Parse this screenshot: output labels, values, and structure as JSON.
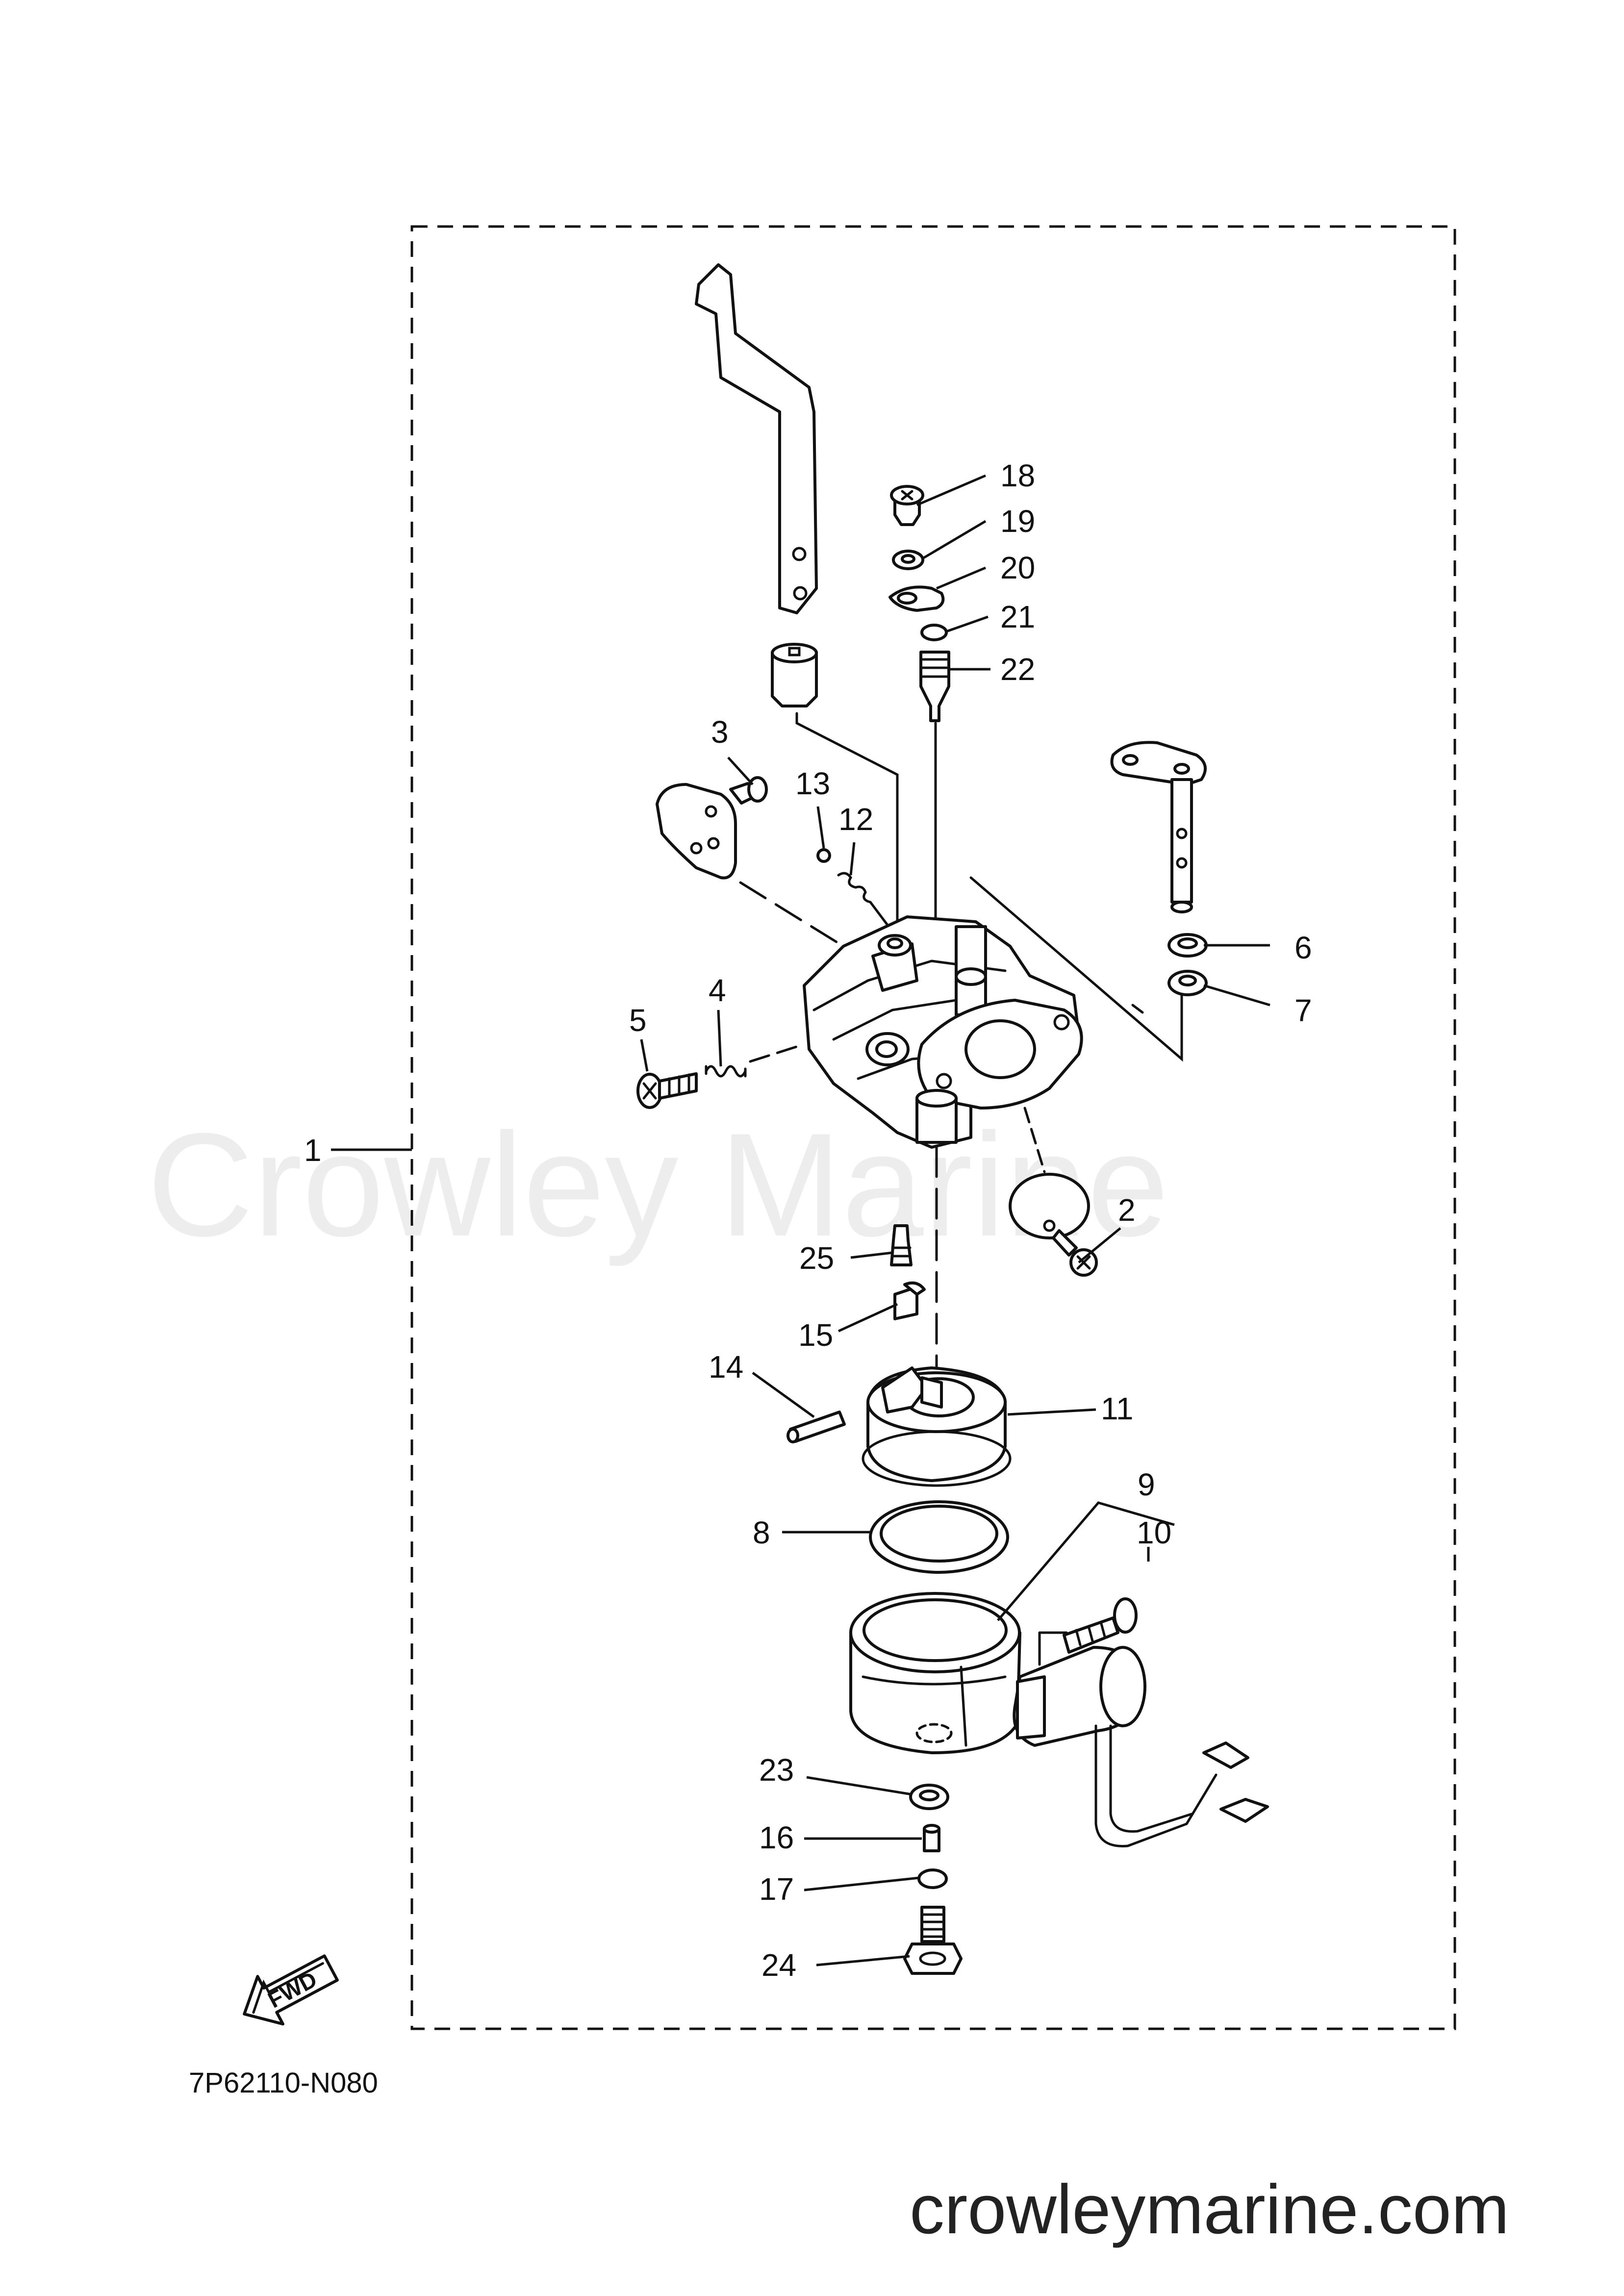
{
  "diagram": {
    "callouts": [
      "1",
      "2",
      "3",
      "4",
      "5",
      "6",
      "7",
      "8",
      "9",
      "10",
      "11",
      "12",
      "13",
      "14",
      "15",
      "16",
      "17",
      "18",
      "19",
      "20",
      "21",
      "22",
      "23",
      "24",
      "25"
    ],
    "direction_badge": "FWD",
    "reference_code": "7P62110-N080",
    "watermark": "Crowley Marine",
    "site_footer": "crowleymarine.com"
  }
}
